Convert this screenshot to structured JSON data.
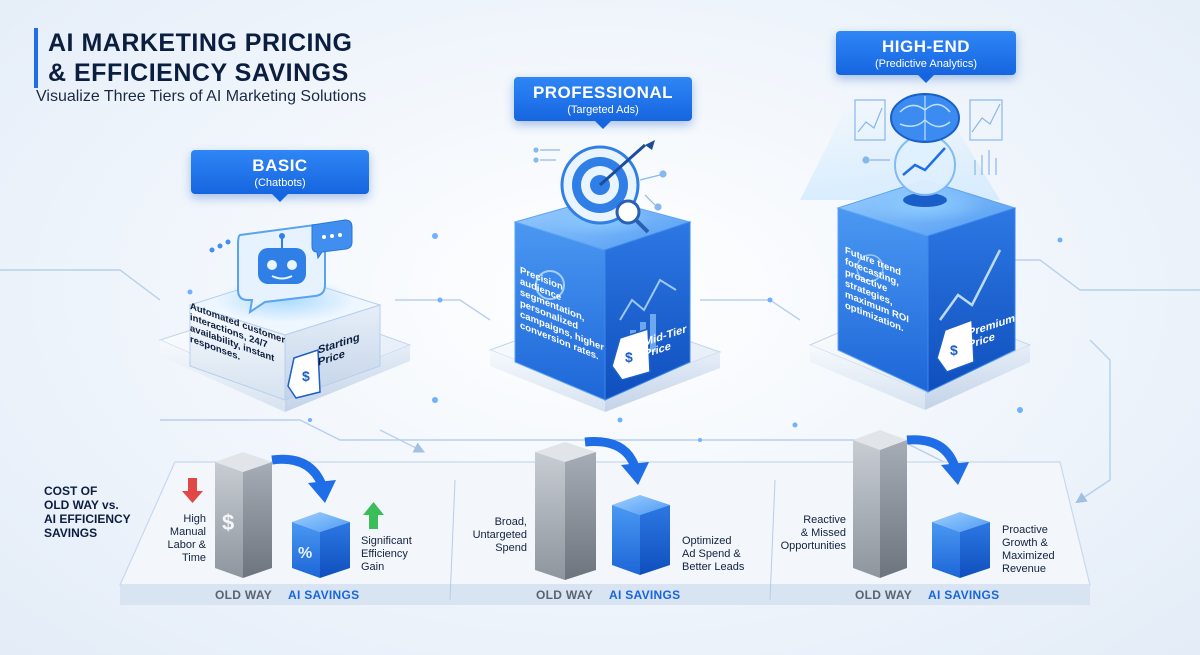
{
  "header": {
    "title_line1": "AI MARKETING PRICING",
    "title_line2": "& EFFICIENCY SAVINGS",
    "subtitle": "Visualize Three Tiers of AI Marketing Solutions"
  },
  "tiers": [
    {
      "name": "BASIC",
      "subtitle": "(Chatbots)",
      "description_lines": [
        "Automated customer",
        "interactions, 24/7",
        "availability, instant",
        "responses."
      ],
      "price_lines": [
        "Starting",
        "Price"
      ],
      "icon": "chatbot-icon"
    },
    {
      "name": "PROFESSIONAL",
      "subtitle": "(Targeted Ads)",
      "description_lines": [
        "Precision audience",
        "segmentation,",
        "personalized",
        "campaigns, higher",
        "conversion rates."
      ],
      "price_lines": [
        "Mid-Tier",
        "Price"
      ],
      "icon": "target-icon"
    },
    {
      "name": "HIGH-END",
      "subtitle": "(Predictive Analytics)",
      "description_lines": [
        "Future trend",
        "forecasting,",
        "proactive strategies,",
        "maximum ROI",
        "optimization."
      ],
      "price_lines": [
        "Premium",
        "Price"
      ],
      "icon": "brain-icon"
    }
  ],
  "comparison": {
    "section_label_lines": [
      "COST OF",
      "OLD WAY vs.",
      "AI EFFICIENCY",
      "SAVINGS"
    ],
    "old_way_label": "OLD WAY",
    "ai_savings_label": "AI SAVINGS",
    "items": [
      {
        "old_lines": [
          "High",
          "Manual",
          "Labor &",
          "Time"
        ],
        "ai_lines": [
          "Significant",
          "Efficiency",
          "Gain"
        ]
      },
      {
        "old_lines": [
          "Broad,",
          "Untargeted",
          "Spend"
        ],
        "ai_lines": [
          "Optimized",
          "Ad Spend &",
          "Better Leads"
        ]
      },
      {
        "old_lines": [
          "Reactive",
          "& Missed",
          "Opportunities"
        ],
        "ai_lines": [
          "Proactive",
          "Growth &",
          "Maximized",
          "Revenue"
        ]
      }
    ]
  },
  "colors": {
    "accent": "#1f6ee8",
    "cube_blue": "#2e7fe8",
    "old_gray": "#9aa1aa",
    "text_dark": "#0c1e3f"
  }
}
